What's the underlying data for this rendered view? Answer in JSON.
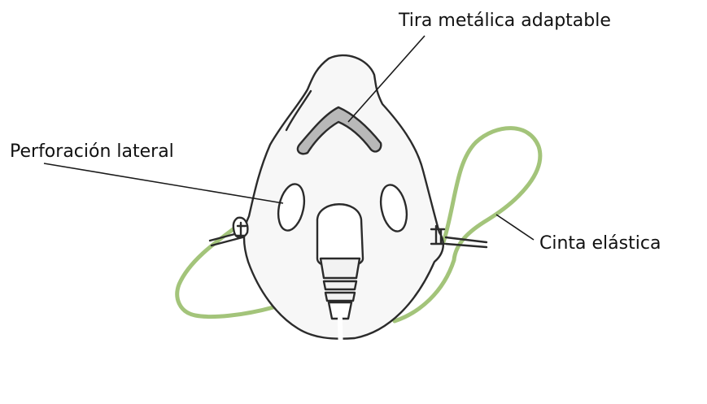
{
  "labels": {
    "metal_strip": "Tira metálica adaptable",
    "side_hole": "Perforación lateral",
    "elastic_band": "Cinta elástica"
  },
  "colors": {
    "mask_fill": "#f7f7f7",
    "outline": "#2b2b2b",
    "metal_strip_fill": "#b8b8b8",
    "elastic_band": "#a3c47a",
    "tube_fill": "#ffffff"
  }
}
